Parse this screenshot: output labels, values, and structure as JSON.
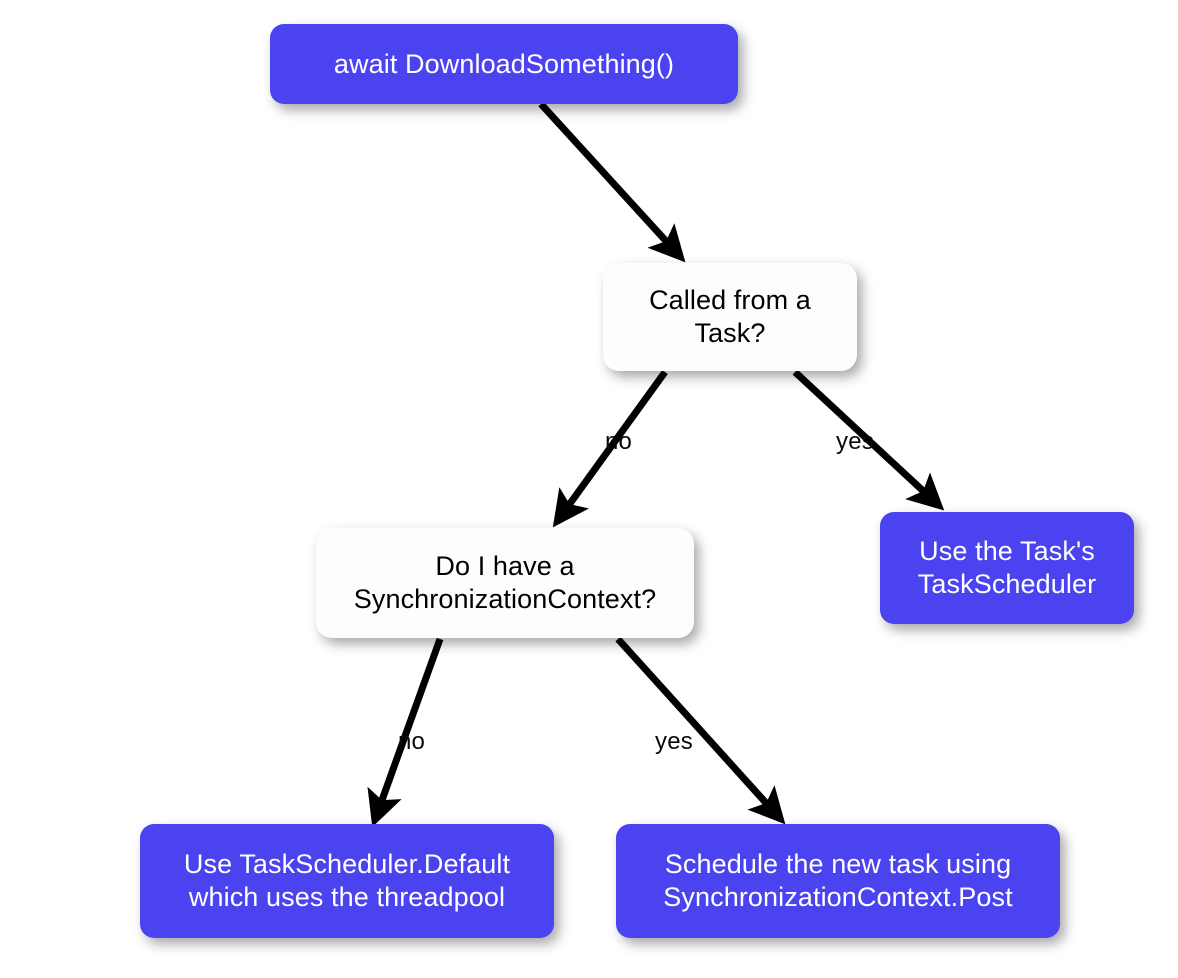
{
  "title": "await DownloadSomething() scheduling decision flowchart",
  "colors": {
    "action_fill": "#4a43ef",
    "action_text": "#ffffff",
    "decision_fill": "#fdfdfd",
    "decision_text": "#000000",
    "edge_stroke": "#000000",
    "background": "#ffffff"
  },
  "nodes": {
    "start": {
      "label": "await DownloadSomething()",
      "type": "action"
    },
    "task_question": {
      "label": "Called from a\nTask?",
      "type": "decision"
    },
    "use_task_scheduler": {
      "label": "Use the Task's\nTaskScheduler",
      "type": "action"
    },
    "sync_context_question": {
      "label": "Do I have a\nSynchronizationContext?",
      "type": "decision"
    },
    "task_scheduler_default": {
      "label": "Use TaskScheduler.Default\nwhich uses the threadpool",
      "type": "action"
    },
    "sync_context_post": {
      "label": "Schedule the new task using\nSynchronizationContext.Post",
      "type": "action"
    }
  },
  "edges": [
    {
      "from": "start",
      "to": "task_question",
      "label": ""
    },
    {
      "from": "task_question",
      "to": "sync_context_question",
      "label": "no"
    },
    {
      "from": "task_question",
      "to": "use_task_scheduler",
      "label": "yes"
    },
    {
      "from": "sync_context_question",
      "to": "task_scheduler_default",
      "label": "no"
    },
    {
      "from": "sync_context_question",
      "to": "sync_context_post",
      "label": "yes"
    }
  ],
  "edge_labels": {
    "task_no": "no",
    "task_yes": "yes",
    "sync_no": "no",
    "sync_yes": "yes"
  }
}
